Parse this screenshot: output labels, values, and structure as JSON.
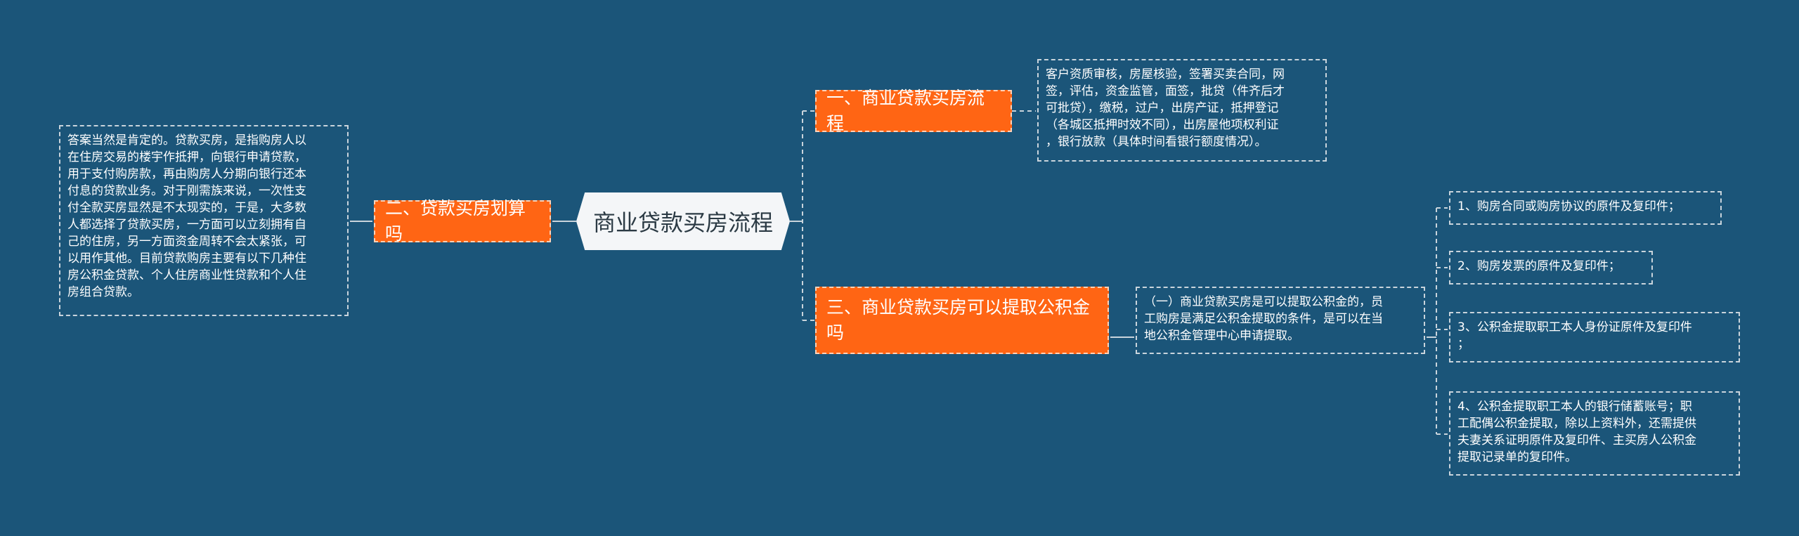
{
  "center": {
    "label": "商业贷款买房流程"
  },
  "left": {
    "topic": "二、贷款买房划算吗",
    "detail": "答案当然是肯定的。贷款买房，是指购房人以\n在住房交易的楼宇作抵押，向银行申请贷款，\n用于支付购房款，再由购房人分期向银行还本\n付息的贷款业务。对于刚需族来说，一次性支\n付全款买房显然是不太现实的，于是，大多数\n人都选择了贷款买房，一方面可以立刻拥有自\n己的住房，另一方面资金周转不会太紧张，可\n以用作其他。目前贷款购房主要有以下几种住\n房公积金贷款、个人住房商业性贷款和个人住\n房组合贷款。"
  },
  "right_top": {
    "topic": "一、商业贷款买房流程",
    "detail": "客户资质审核，房屋核验，签署买卖合同，网\n签，评估，资金监管，面签，批贷（件齐后才\n可批贷），缴税，过户，出房产证，抵押登记\n（各城区抵押时效不同），出房屋他项权利证\n，银行放款（具体时间看银行额度情况）。"
  },
  "right_bottom": {
    "topic": "三、商业贷款买房可以提取公积金\n吗",
    "detail": "（一）商业贷款买房是可以提取公积金的，员\n工购房是满足公积金提取的条件，是可以在当\n地公积金管理中心申请提取。",
    "items": [
      {
        "label": "1、购房合同或购房协议的原件及复印件；"
      },
      {
        "label": "2、购房发票的原件及复印件；"
      },
      {
        "label": "3、公积金提取职工本人身份证原件及复印件\n；"
      },
      {
        "label": "4、公积金提取职工本人的银行储蓄账号；职\n工配偶公积金提取，除以上资料外，还需提供\n夫妻关系证明原件及复印件、主买房人公积金\n提取记录单的复印件。"
      }
    ]
  },
  "colors": {
    "background": "#1b5579",
    "topic_fill": "#ff6514",
    "center_fill": "#f4f6f8",
    "connector": "#c9d4dc"
  }
}
